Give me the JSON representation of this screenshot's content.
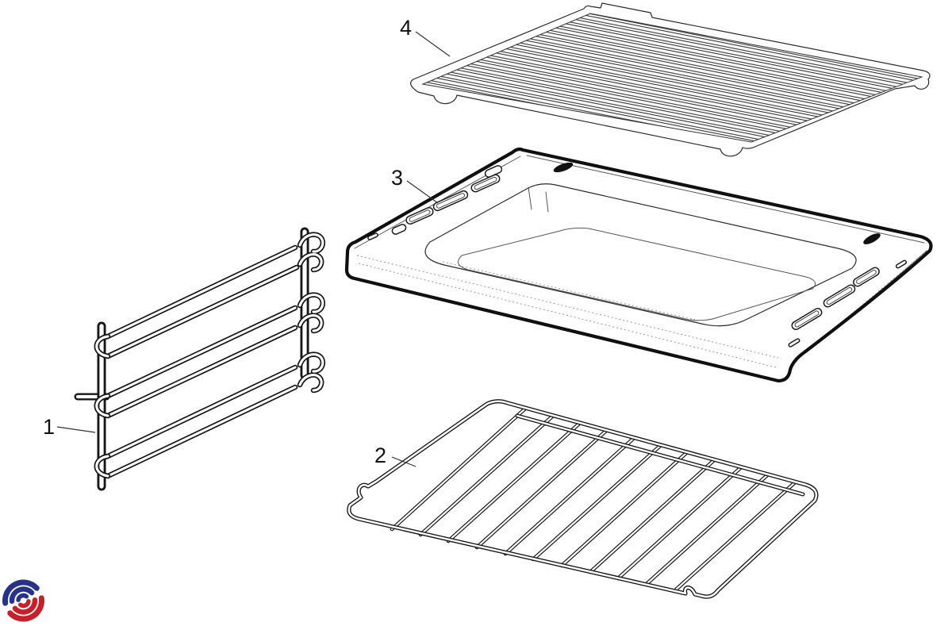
{
  "diagram": {
    "description": "exploded-parts-diagram",
    "callouts": [
      {
        "label": "1"
      },
      {
        "label": "2"
      },
      {
        "label": "3"
      },
      {
        "label": "4"
      }
    ]
  },
  "logo": {
    "name": "swirl-logo",
    "blue": "#27338b",
    "red": "#c8202a"
  }
}
